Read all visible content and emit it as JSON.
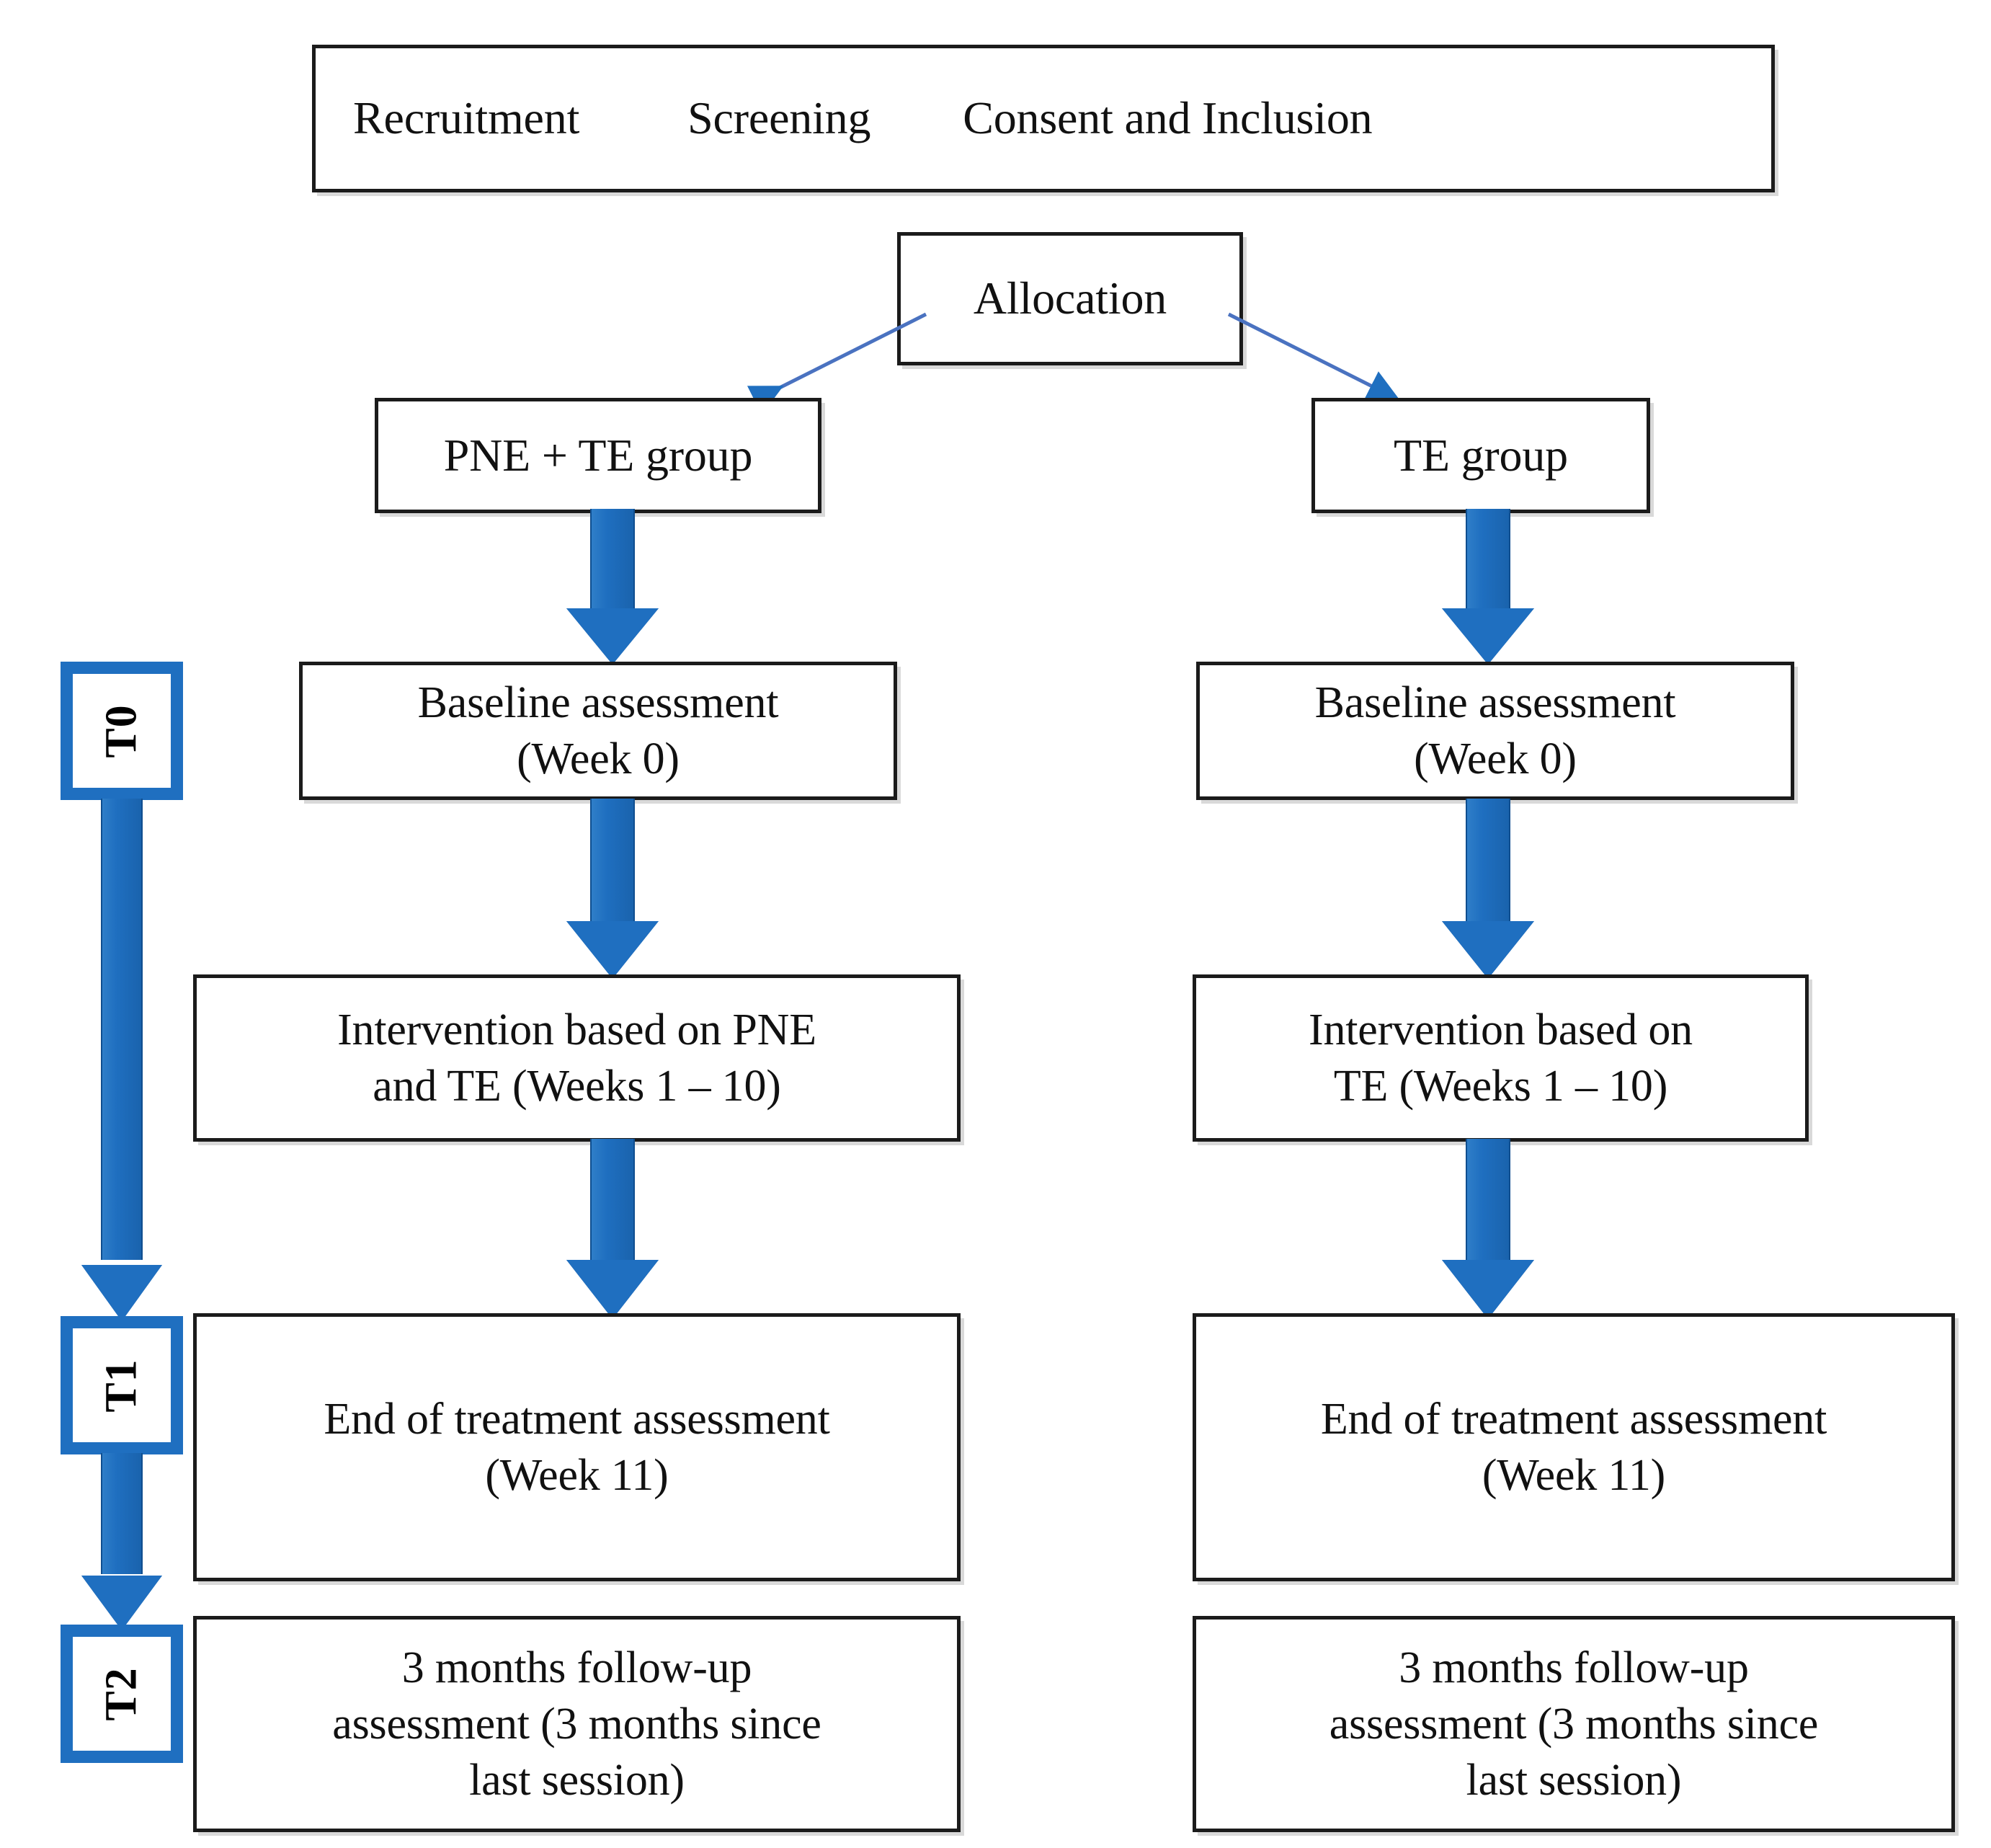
{
  "figure": {
    "kind": "study-flow-diagram",
    "accent_blue": "#1f6fc0",
    "outline_black": "#1b1b1b",
    "background": "#ffffff"
  },
  "header": {
    "phases": [
      {
        "label": "Recruitment"
      },
      {
        "label": "Screening"
      },
      {
        "label": "Consent and Inclusion"
      }
    ]
  },
  "allocation": {
    "label": "Allocation"
  },
  "timeline": {
    "markers": [
      {
        "id": "T0",
        "label": "T0"
      },
      {
        "id": "T1",
        "label": "T1"
      },
      {
        "id": "T2",
        "label": "T2"
      }
    ]
  },
  "arms": {
    "left": {
      "group_label": "PNE + TE group",
      "steps": [
        {
          "name": "baseline",
          "lines": [
            "Baseline assessment",
            "(Week 0)"
          ]
        },
        {
          "name": "intervention",
          "lines": [
            "Intervention based on PNE",
            "and TE (Weeks 1 – 10)"
          ]
        },
        {
          "name": "end-of-treatment",
          "lines": [
            "End of treatment assessment",
            "(Week 11)"
          ]
        },
        {
          "name": "follow-up",
          "lines": [
            "3 months follow-up",
            "assessment (3 months since",
            "last session)"
          ]
        }
      ]
    },
    "right": {
      "group_label": "TE group",
      "steps": [
        {
          "name": "baseline",
          "lines": [
            "Baseline assessment",
            "(Week 0)"
          ]
        },
        {
          "name": "intervention",
          "lines": [
            "Intervention based on",
            "TE (Weeks 1 – 10)"
          ]
        },
        {
          "name": "end-of-treatment",
          "lines": [
            "End of treatment assessment",
            "(Week 11)"
          ]
        },
        {
          "name": "follow-up",
          "lines": [
            "3 months follow-up",
            "assessment (3 months since",
            "last session)"
          ]
        }
      ]
    }
  }
}
